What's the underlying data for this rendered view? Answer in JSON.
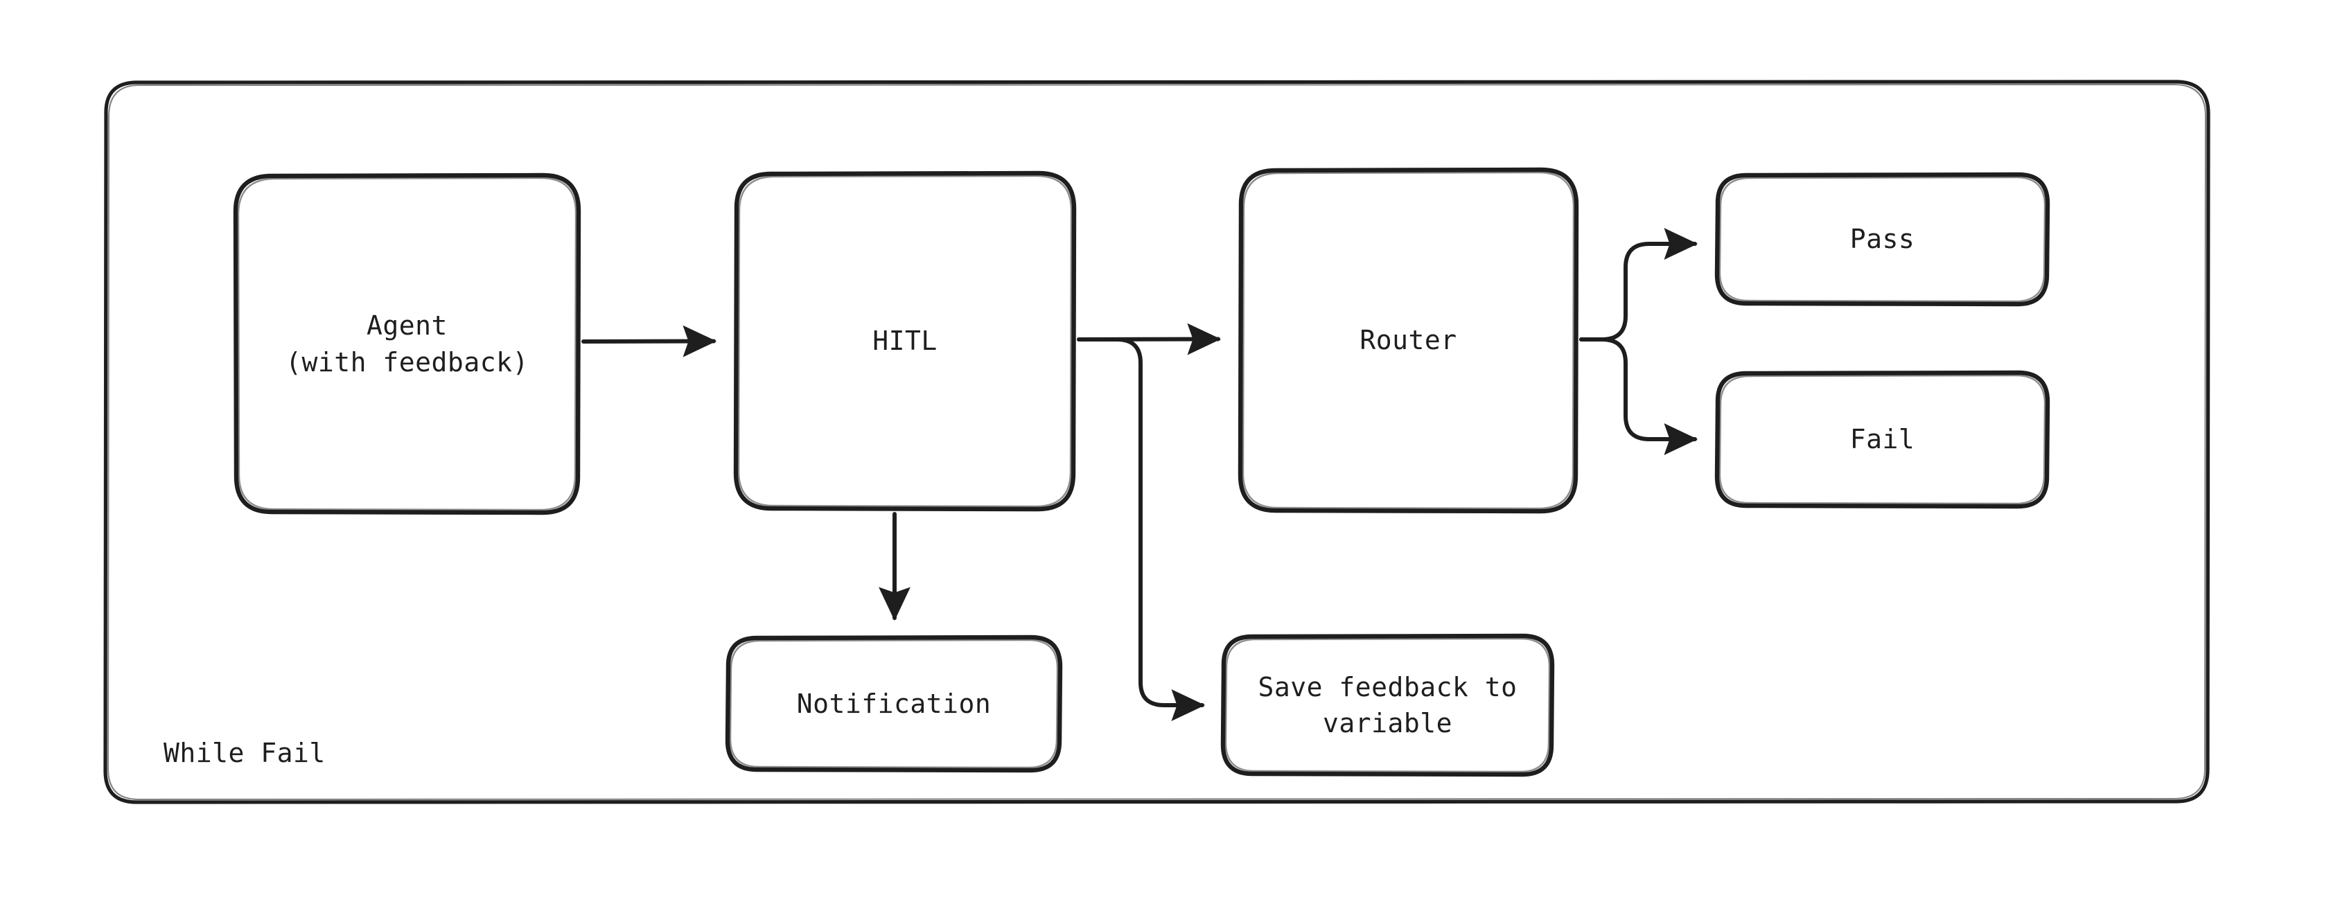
{
  "diagram": {
    "style": "hand-drawn-sketch",
    "background_color": "#ffffff",
    "stroke_color": "#1e1e1e",
    "text_color": "#1e1e1e",
    "container": {
      "label": "While Fail",
      "shape": "rounded-rectangle"
    },
    "nodes": [
      {
        "id": "agent",
        "label": "Agent\n(with feedback)",
        "shape": "rounded-rectangle"
      },
      {
        "id": "hitl",
        "label": "HITL",
        "shape": "rounded-rectangle"
      },
      {
        "id": "router",
        "label": "Router",
        "shape": "rounded-rectangle"
      },
      {
        "id": "pass",
        "label": "Pass",
        "shape": "rounded-rectangle"
      },
      {
        "id": "fail",
        "label": "Fail",
        "shape": "rounded-rectangle"
      },
      {
        "id": "notification",
        "label": "Notification",
        "shape": "rounded-rectangle"
      },
      {
        "id": "save_feedback",
        "label": "Save feedback to\nvariable",
        "shape": "rounded-rectangle"
      }
    ],
    "edges": [
      {
        "from": "agent",
        "to": "hitl",
        "label": "",
        "arrowhead": "triangle",
        "routing": "straight-horizontal"
      },
      {
        "from": "hitl",
        "to": "router",
        "label": "",
        "arrowhead": "triangle",
        "routing": "straight-horizontal"
      },
      {
        "from": "hitl",
        "to": "notification",
        "label": "",
        "arrowhead": "triangle",
        "routing": "straight-vertical"
      },
      {
        "from": "hitl",
        "to": "save_feedback",
        "label": "",
        "arrowhead": "triangle",
        "routing": "elbow-down-right"
      },
      {
        "from": "router",
        "to": "pass",
        "label": "",
        "arrowhead": "triangle",
        "routing": "elbow-up-right"
      },
      {
        "from": "router",
        "to": "fail",
        "label": "",
        "arrowhead": "triangle",
        "routing": "elbow-down-right"
      }
    ]
  }
}
